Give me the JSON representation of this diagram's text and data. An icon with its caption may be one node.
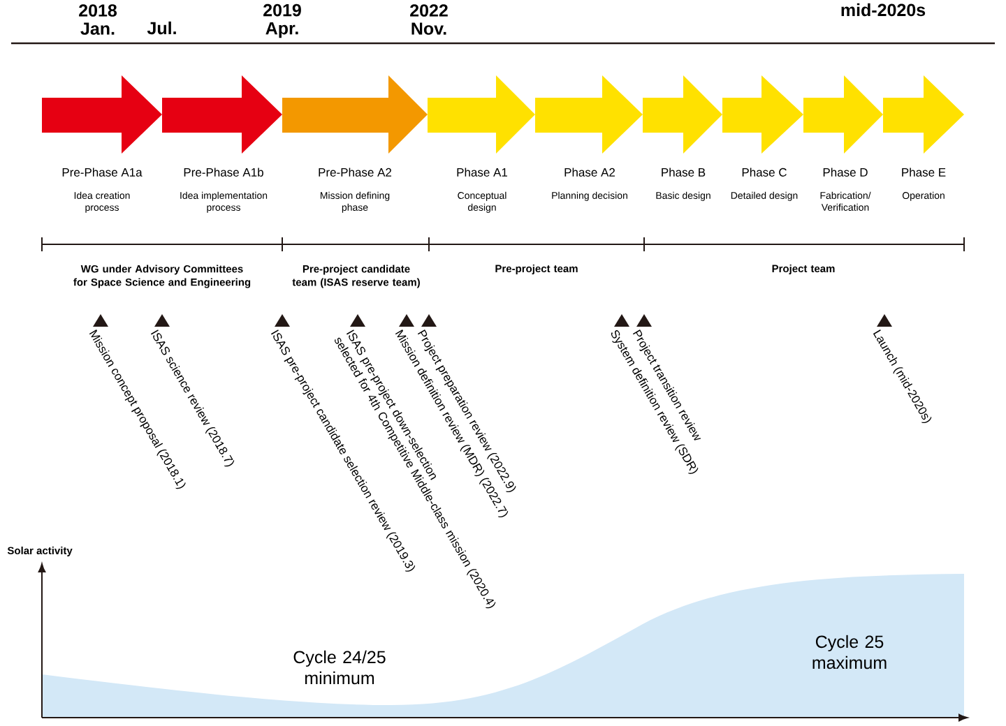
{
  "diagram": {
    "nodes": [
      {
        "text": [
          "Pre-Phase A1a",
          "Idea creation process"
        ]
      },
      {
        "text": [
          "Pre-Phase A1b",
          "Idea implementation process"
        ]
      },
      {
        "text": [
          "Pre-Phase A2",
          "Mission defining phase"
        ]
      },
      {
        "text": [
          "Phase A1",
          "Conceptual design"
        ]
      },
      {
        "text": [
          "Phase A2",
          "Planning decision"
        ]
      },
      {
        "text": [
          "Phase B",
          "Basic design"
        ]
      },
      {
        "text": [
          "Phase C",
          "Detailed design"
        ]
      },
      {
        "text": [
          "Phase D",
          "Fabrication/ Verification"
        ]
      },
      {
        "text": [
          "Phase E",
          "Operation"
        ]
      }
    ],
    "labels": [
      "2018 Jan.",
      "Jul.",
      "2019 Apr.",
      "2022 Nov.",
      "mid-2020s",
      "WG under Advisory Committees for Space Science and Engineering",
      "Pre-project candidate team (ISAS reserve team)",
      "Pre-project team",
      "Project team",
      "Mission concept proposal (2018.1)",
      "ISAS science review (2018.7)",
      "ISAS pre-project candidate selection review (2019.3)",
      "ISAS pre-project down-selection selected for 4th Competitive Middle-class mission (2020.4)",
      "Mission definition review (MDR) (2022.7)",
      "Project preparation review (2022.9)",
      "System definition review (SDR)",
      "Project transition review",
      "Launch (mid-2020s)",
      "Solar activity",
      "Cycle 24/25 minimum",
      "Cycle 25 maximum"
    ]
  }
}
